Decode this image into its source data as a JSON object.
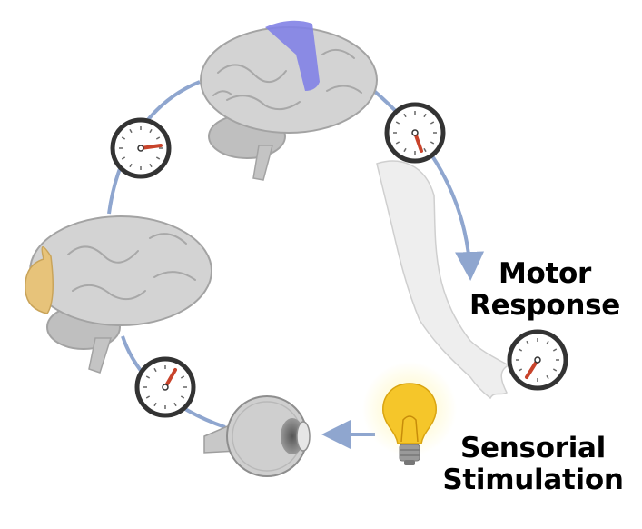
{
  "labels": {
    "motor_line1": "Motor",
    "motor_line2": "Response",
    "sensorial_line1": "Sensorial",
    "sensorial_line2": "Stimulation"
  },
  "colors": {
    "cycle_arrow": "#8fa6cf",
    "clock_ring": "#333333",
    "clock_hand": "#c8432b",
    "motor_cortex": "#8282e6",
    "visual_cortex": "#e7c37a",
    "brain": "#d3d3d3",
    "bulb": "#f5c62a"
  },
  "icons": [
    "motor-cortex-brain-icon",
    "visual-cortex-brain-icon",
    "arm-icon",
    "eye-icon",
    "light-bulb-icon",
    "clock-icon"
  ]
}
